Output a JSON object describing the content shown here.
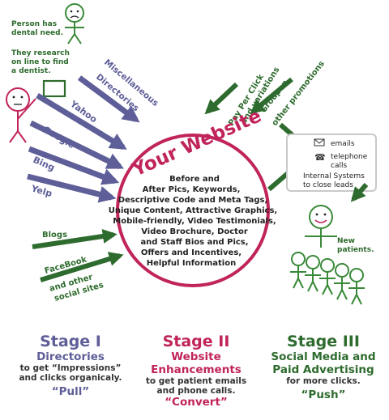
{
  "person_note": "Person has dental need.",
  "research_note": "They research on line to find a dentist.",
  "left_labels": [
    "Miscellaneous Directories",
    "Yahoo",
    "Google",
    "Bing",
    "Yelp"
  ],
  "social_labels": [
    "Blogs",
    "FaceBook",
    "and other",
    "social sites"
  ],
  "ppc_labels": [
    "Pay Per Click",
    "and variations"
  ],
  "groupon_labels": [
    "Groupon",
    "other promotions"
  ],
  "website_title": "Your Website",
  "website_lines": [
    "Before and",
    "After Pics, Keywords,",
    "Descriptive Code and Meta Tags,",
    "Unique Content, Attractive Graphics,",
    "Mobile-friendly, Video Testimonials,",
    "Video Brochure, Doctor",
    "and Staff Bios and Pics,",
    "Offers and Incentives,",
    "Helpful Information"
  ],
  "contact_box": {
    "emails": "emails",
    "telephone": "telephone",
    "calls": "calls",
    "internal1": "Internal Systems",
    "internal2": "to close leads"
  },
  "new_patients": "New patients.",
  "stages": {
    "s1": {
      "title": "Stage I",
      "subtitle": "Directories",
      "desc1": "to get “Impressions”",
      "desc2": "and clicks organicaly.",
      "quote": "“Pull”"
    },
    "s2": {
      "title": "Stage II",
      "subtitle1": "Website",
      "subtitle2": "Enhancements",
      "desc1": "to get patient emails",
      "desc2": "and phone calls.",
      "quote": "“Convert”"
    },
    "s3": {
      "title": "Stage III",
      "subtitle1": "Social Media and",
      "subtitle2": "Paid Advertising",
      "desc1": "for more clicks.",
      "quote": "“Push”"
    }
  },
  "colors": {
    "purple": "#5e5e99",
    "green": "#2e6b2e",
    "crimson": "#c0245b",
    "stick_green": "#3a8a3a"
  }
}
